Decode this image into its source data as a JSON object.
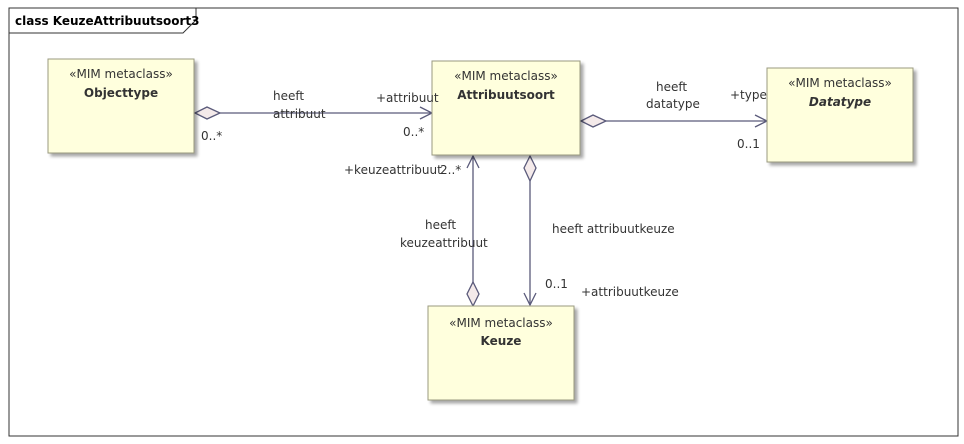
{
  "diagram": {
    "title": "class KeuzeAttribuutsoort3"
  },
  "classes": [
    {
      "id": "objecttype",
      "stereotype": "«MIM metaclass»",
      "name": "Objecttype",
      "italic": false
    },
    {
      "id": "attribuutsoort",
      "stereotype": "«MIM metaclass»",
      "name": "Attribuutsoort",
      "italic": false
    },
    {
      "id": "datatype",
      "stereotype": "«MIM metaclass»",
      "name": "Datatype",
      "italic": true
    },
    {
      "id": "keuze",
      "stereotype": "«MIM metaclass»",
      "name": "Keuze",
      "italic": false
    }
  ],
  "associations": {
    "heeft_attribuut": {
      "name_line1": "heeft",
      "name_line2": "attribuut",
      "source_mult": "0..*",
      "target_role": "+attribuut",
      "target_mult": "0..*"
    },
    "heeft_datatype": {
      "name_line1": "heeft",
      "name_line2": "datatype",
      "target_role": "+type",
      "target_mult": "0..1"
    },
    "heeft_keuzeattribuut": {
      "name_line1": "heeft",
      "name_line2": "keuzeattribuut",
      "target_role": "+keuzeattribuut",
      "target_mult": "2..*"
    },
    "heeft_attribuutkeuze": {
      "name": "heeft attribuutkeuze",
      "target_mult": "0..1",
      "target_role": "+attribuutkeuze"
    }
  },
  "colors": {
    "class_fill": "#FFFFDD",
    "class_border": "#9a9a80",
    "line": "#5a5a7a",
    "text": "#333333",
    "frame": "#333333"
  }
}
